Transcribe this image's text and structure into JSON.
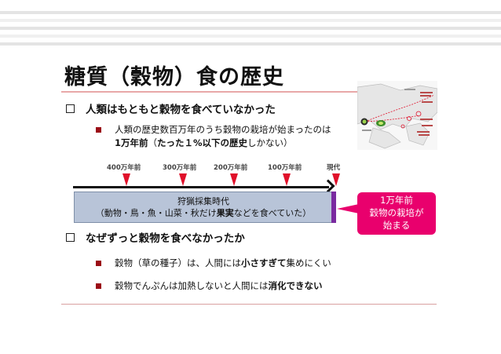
{
  "title": "糖質（穀物）食の歴史",
  "bullet1": "人類はもともと穀物を食べていなかった",
  "sub1": {
    "line1": "人類の歴史数百万年のうち穀物の栽培が始まったのは",
    "line2_a": "1万年前",
    "line2_b": "（",
    "line2_c": "たった１%以下の歴史",
    "line2_d": "しかない）"
  },
  "timeline": {
    "ticks": [
      "400万年前",
      "300万年前",
      "200万年前",
      "100万年前",
      "現代"
    ],
    "era_line1": "狩猟採集時代",
    "era_line2_a": "（動物・鳥・魚・山菜・秋だけ",
    "era_line2_b": "果実",
    "era_line2_c": "などを食べていた）"
  },
  "callout": {
    "line1": "1万年前",
    "line2": "穀物の栽培が",
    "line3": "始まる"
  },
  "bullet2": "なぜずっと穀物を食べなかったか",
  "sub2": {
    "a": "穀物（草の種子）は、人間には",
    "b": "小さすぎて",
    "c": "集めにくい"
  },
  "sub3": {
    "a": "穀物でんぷんは加熱しないと人間には",
    "b": "消化できない"
  },
  "colors": {
    "accent_red": "#9b0d16",
    "pin_red": "#e0102a",
    "callout_pink": "#e9006d",
    "era_fill": "#b8c4d8",
    "now_purple": "#7a2aa0"
  }
}
